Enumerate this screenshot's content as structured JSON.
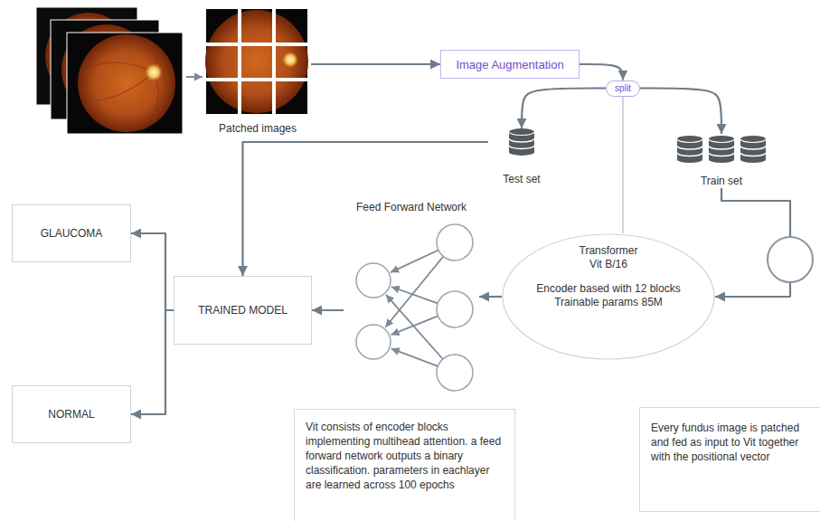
{
  "diagram": {
    "nodes": [
      {
        "text": [
          "Patched images"
        ]
      },
      {
        "text": [
          "Image Augmentation"
        ]
      },
      {
        "text": [
          "split"
        ]
      },
      {
        "text": [
          "Test set"
        ]
      },
      {
        "text": [
          "Train set"
        ]
      },
      {
        "text": [
          "Transformer",
          "Vit B/16",
          "Encoder based with 12 blocks",
          "Trainable params 85M"
        ]
      },
      {
        "text": [
          "Feed Forward Network"
        ]
      },
      {
        "text": [
          "TRAINED MODEL"
        ]
      },
      {
        "text": [
          "GLAUCOMA"
        ]
      },
      {
        "text": [
          "NORMAL"
        ]
      },
      {
        "text": [
          "Vit consists of encoder blocks implementing multihead attention. a feed forward network outputs a binary classification. parameters in eachlayer are learned across 100 epochs"
        ]
      },
      {
        "text": [
          "Every fundus image is patched and fed as input to Vit together with the positional vector"
        ]
      }
    ],
    "edges": [
      {
        "from": 0,
        "to": 1,
        "arrow": "to"
      },
      {
        "from": 1,
        "to": 2,
        "arrow": "to"
      },
      {
        "from": 2,
        "to": 3,
        "arrow": "to"
      },
      {
        "from": 2,
        "to": 4,
        "arrow": "to"
      },
      {
        "from": 2,
        "to": 5,
        "arrow": "none"
      },
      {
        "from": 3,
        "to": 7,
        "arrow": "to"
      },
      {
        "from": 4,
        "to": 5,
        "arrow": "to"
      },
      {
        "from": 5,
        "to": 6,
        "arrow": "to"
      },
      {
        "from": 6,
        "to": 7,
        "arrow": "to"
      },
      {
        "from": 7,
        "to": 8,
        "arrow": "to"
      },
      {
        "from": 7,
        "to": 9,
        "arrow": "to"
      }
    ]
  }
}
